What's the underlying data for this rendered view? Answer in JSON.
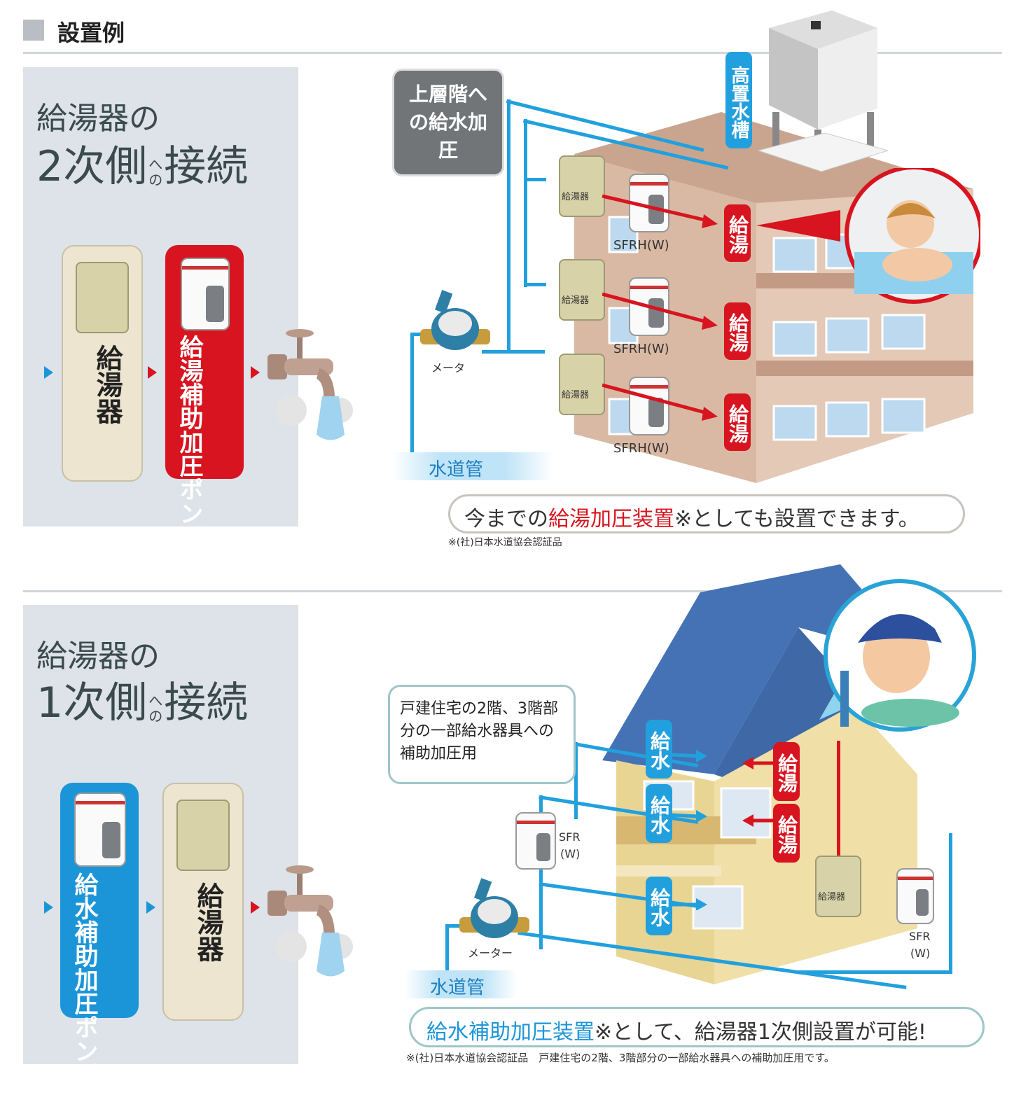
{
  "header": {
    "title": "設置例"
  },
  "section1": {
    "title_line1": "給湯器の",
    "title_num": "2",
    "title_mid": "次側",
    "title_small_top": "へ",
    "title_small_bottom": "の",
    "title_end": "接続",
    "box1_label": "給湯器",
    "box2_label": "給湯補助加圧ポンプ",
    "upper_floor_label": "上層階への給水加圧",
    "tank_label": "高置水槽",
    "heater_label": "給湯器",
    "pump_model": "SFRH(W)",
    "hot_label": "給湯",
    "meter_label": "メータ",
    "water_main_label": "水道管",
    "callout_prefix": "今までの",
    "callout_highlight": "給湯加圧装置",
    "callout_suffix": "※としても設置できます。",
    "footnote": "※(社)日本水道協会認証品"
  },
  "section2": {
    "title_line1": "給湯器の",
    "title_num": "1",
    "title_mid": "次側",
    "title_small_top": "へ",
    "title_small_bottom": "の",
    "title_end": "接続",
    "box1_label": "給水補助加圧ポンプ",
    "box2_label": "給湯器",
    "speech": "戸建住宅の2階、3階部分の一部給水器具への補助加圧用",
    "supply_label": "給水",
    "hot_label": "給湯",
    "pump_model_1": "SFR",
    "pump_model_2": "(W)",
    "heater_label": "給湯器",
    "meter_label": "メーター",
    "water_main_label": "水道管",
    "callout_highlight": "給水補助加圧装置",
    "callout_suffix": "※として、給湯器1次側設置が可能!",
    "footnote": "※(社)日本水道協会認証品　戸建住宅の2階、3階部分の一部給水器具への補助加圧用です。"
  },
  "colors": {
    "blue": "#1c95d8",
    "red": "#d7141f",
    "panel": "#dde3e8",
    "beige": "#ede5cf",
    "building": "#d9b9a3",
    "house": "#e9d593",
    "roof": "#4472b4"
  }
}
